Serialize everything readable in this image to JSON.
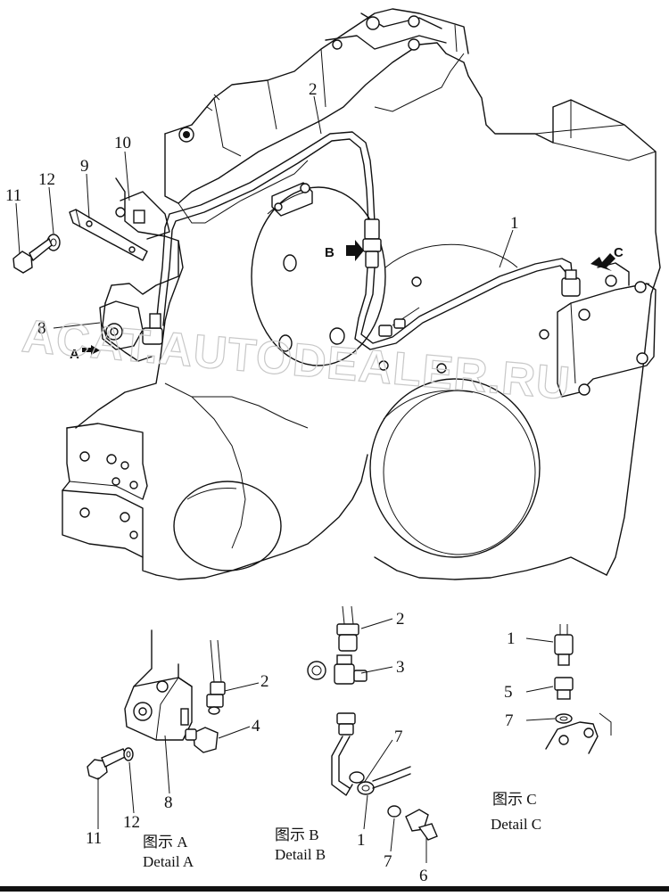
{
  "callouts": {
    "main_1": "1",
    "main_2": "2",
    "main_8": "8",
    "main_9": "9",
    "main_10": "10",
    "main_11": "11",
    "main_12": "12",
    "detA_2": "2",
    "detA_4": "4",
    "detA_8": "8",
    "detA_11": "11",
    "detA_12": "12",
    "detB_1": "1",
    "detB_2": "2",
    "detB_3": "3",
    "detB_6": "6",
    "detB_7a": "7",
    "detB_7b": "7",
    "detC_1": "1",
    "detC_5": "5",
    "detC_7": "7"
  },
  "view_arrows": {
    "a": "A",
    "b": "B",
    "c": "C"
  },
  "captions": {
    "detail_a_cn": "图示 A",
    "detail_a_en": "Detail  A",
    "detail_b_cn": "图示 B",
    "detail_b_en": "Detail B",
    "detail_c_cn": "图示 C",
    "detail_c_en": "Detail C"
  },
  "watermark": "ACAT.AUTODEALER.RU"
}
